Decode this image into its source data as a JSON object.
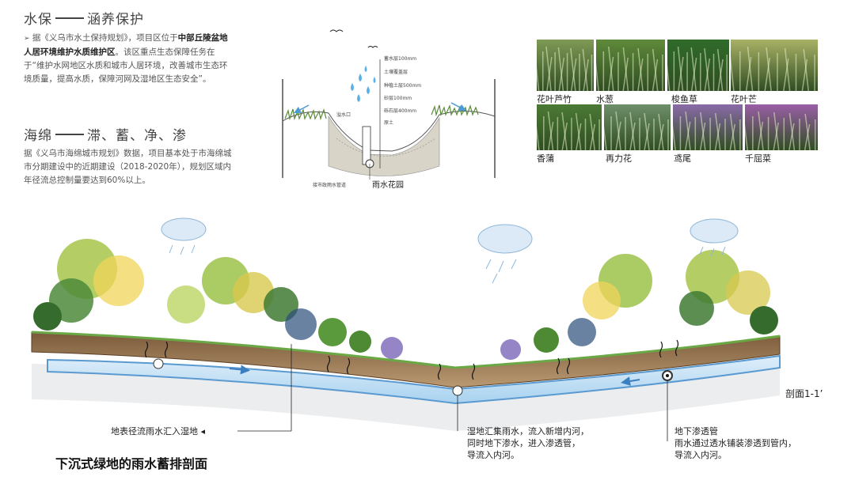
{
  "water_section": {
    "title_a": "水保",
    "title_b": "涵养保护",
    "para_prefix": "据《义乌市水土保持规划》，项目区位于",
    "para_bold": "中部丘陵盆地人居环境维护水质维护区",
    "para_rest": "。该区重点生态保障任务在于“维护水网地区水质和城市人居环境，改善城市生态环境质量，提高水质，保障河网及湿地区生态安全”。",
    "bullet": "➢"
  },
  "sponge_section": {
    "title_a": "海绵",
    "title_b": "滞、蓄、净、渗",
    "para": "据《义乌市海绵城市规划》数据，项目基本处于市海绵城市分期建设中的近期建设（2018-2020年），规划区域内年径流总控制量要达到60%以上。"
  },
  "rain_garden": {
    "caption": "雨水花园",
    "layers": [
      "蓄水层100mm",
      "土壤覆盖层",
      "种植土层500mm",
      "砂层100mm",
      "砾石层400mm",
      "原土"
    ],
    "inlet_label": "溢水口",
    "pipe_label": "接市政雨水管道"
  },
  "plants": [
    {
      "name": "花叶芦竹",
      "color": "#7f9a55"
    },
    {
      "name": "水葱",
      "color": "#5f8a3a"
    },
    {
      "name": "梭鱼草",
      "color": "#2f6b2a"
    },
    {
      "name": "花叶芒",
      "color": "#a9b266"
    },
    {
      "name": "香蒲",
      "color": "#4c7a35"
    },
    {
      "name": "再力花",
      "color": "#6e8f6b"
    },
    {
      "name": "鸢尾",
      "color": "#8a6aa8"
    },
    {
      "name": "千屈菜",
      "color": "#9a5ea6"
    }
  ],
  "section": {
    "label": "剖面1-1’",
    "callouts": {
      "left": "地表径流雨水汇入湿地",
      "mid": [
        "湿地汇集雨水，流入新增内河，",
        "同时地下渗水，进入渗透管，",
        "导流入内河。"
      ],
      "right": [
        "地下渗透管",
        "雨水通过透水铺装渗透到管内，",
        "导流入内河。"
      ]
    },
    "caption": "下沉式绿地的雨水蓄排剖面"
  }
}
